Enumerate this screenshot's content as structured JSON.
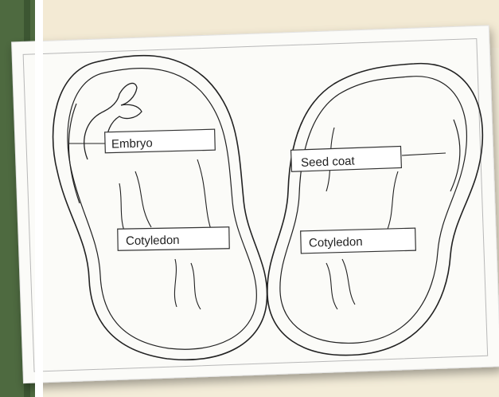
{
  "diagram": {
    "labels": {
      "embryo": "Embryo",
      "seed_coat": "Seed coat",
      "cotyledon_left": "Cotyledon",
      "cotyledon_right": "Cotyledon"
    }
  },
  "colors": {
    "band": "#4e6a40",
    "background": "#f3ecd8",
    "paper": "#fbfbf8",
    "ink": "#222222"
  }
}
